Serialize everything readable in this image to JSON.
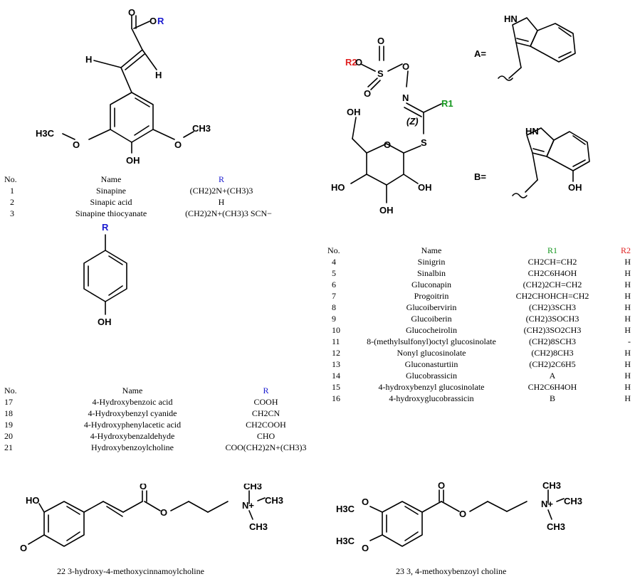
{
  "structure_labels": {
    "sinapine_core": {
      "o_r": "O",
      "r": "R",
      "h1": "H",
      "h2": "H",
      "h3c": "H3C",
      "o_left": "O",
      "o_right": "O",
      "ch3": "CH3",
      "oh": "OH"
    },
    "glucosinolate_core": {
      "r2": "R2",
      "o1": "O",
      "s_sulf": "S",
      "o2": "O",
      "o3": "O",
      "o4": "O",
      "n": "N",
      "z": "(Z)",
      "r1": "R1",
      "s_thio": "S",
      "ring_o": "O",
      "oh1": "OH",
      "oh2": "HO",
      "oh3": "OH",
      "oh4": "OH"
    },
    "indole_a": {
      "label": "A=",
      "nh": "HN"
    },
    "indole_b": {
      "label": "B=",
      "nh": "HN",
      "oh": "OH"
    },
    "phenol_core": {
      "r": "R",
      "oh": "OH"
    },
    "compound22": {
      "ho": "HO",
      "o_me": "O",
      "o_ester1": "O",
      "o_ester2": "O",
      "n": "N+",
      "ch3_1": "CH3",
      "ch3_2": "CH3",
      "ch3_3": "CH3"
    },
    "compound23": {
      "h3c_1": "H3C",
      "o_1": "O",
      "h3c_2": "H3C",
      "o_2": "O",
      "o_ester1": "O",
      "o_ester2": "O",
      "n": "N+",
      "ch3_1": "CH3",
      "ch3_2": "CH3",
      "ch3_3": "CH3"
    }
  },
  "table_sinapine": {
    "headers": {
      "no": "No.",
      "name": "Name",
      "r": "R"
    },
    "rows": [
      {
        "no": "1",
        "name": "Sinapine",
        "r": "(CH2)2N+(CH3)3"
      },
      {
        "no": "2",
        "name": "Sinapic acid",
        "r": "H"
      },
      {
        "no": "3",
        "name": "Sinapine thiocyanate",
        "r": "(CH2)2N+(CH3)3   SCN−"
      }
    ]
  },
  "table_glucosinolate": {
    "headers": {
      "no": "No.",
      "name": "Name",
      "r1": "R1",
      "r2": "R2"
    },
    "rows": [
      {
        "no": "4",
        "name": "Sinigrin",
        "r1": "CH2CH=CH2",
        "r2": "H"
      },
      {
        "no": "5",
        "name": "Sinalbin",
        "r1": "CH2C6H4OH",
        "r2": "H"
      },
      {
        "no": "6",
        "name": "Gluconapin",
        "r1": "(CH2)2CH=CH2",
        "r2": "H"
      },
      {
        "no": "7",
        "name": "Progoitrin",
        "r1": "CH2CHOHCH=CH2",
        "r2": "H"
      },
      {
        "no": "8",
        "name": "Glucoibervirin",
        "r1": "(CH2)3SCH3",
        "r2": "H"
      },
      {
        "no": "9",
        "name": "Glucoiberin",
        "r1": "(CH2)3SOCH3",
        "r2": "H"
      },
      {
        "no": "10",
        "name": "Glucocheirolin",
        "r1": "(CH2)3SO2CH3",
        "r2": "H"
      },
      {
        "no": "11",
        "name": "8-(methylsulfonyl)octyl glucosinolate",
        "r1": "(CH2)8SCH3",
        "r2": "-"
      },
      {
        "no": "12",
        "name": "Nonyl glucosinolate",
        "r1": "(CH2)8CH3",
        "r2": "H"
      },
      {
        "no": "13",
        "name": "Gluconasturtiin",
        "r1": "(CH2)2C6H5",
        "r2": "H"
      },
      {
        "no": "14",
        "name": "Glucobrassicin",
        "r1": "A",
        "r2": "H"
      },
      {
        "no": "15",
        "name": "4-hydroxybenzyl glucosinolate",
        "r1": "CH2C6H4OH",
        "r2": "H"
      },
      {
        "no": "16",
        "name": "4-hydroxyglucobrassicin",
        "r1": "B",
        "r2": "H"
      }
    ]
  },
  "table_phenol": {
    "headers": {
      "no": "No.",
      "name": "Name",
      "r": "R"
    },
    "rows": [
      {
        "no": "17",
        "name": "4-Hydroxybenzoic acid",
        "r": "COOH"
      },
      {
        "no": "18",
        "name": "4-Hydroxybenzyl cyanide",
        "r": "CH2CN"
      },
      {
        "no": "19",
        "name": "4-Hydroxyphenylacetic acid",
        "r": "CH2COOH"
      },
      {
        "no": "20",
        "name": "4-Hydroxybenzaldehyde",
        "r": "CHO"
      },
      {
        "no": "21",
        "name": "Hydroxybenzoylcholine",
        "r": "COO(CH2)2N+(CH3)3"
      }
    ]
  },
  "captions": {
    "c22": "22    3-hydroxy-4-methoxycinnamoylcholine",
    "c23": "23    3, 4-methoxybenzoyl choline"
  }
}
